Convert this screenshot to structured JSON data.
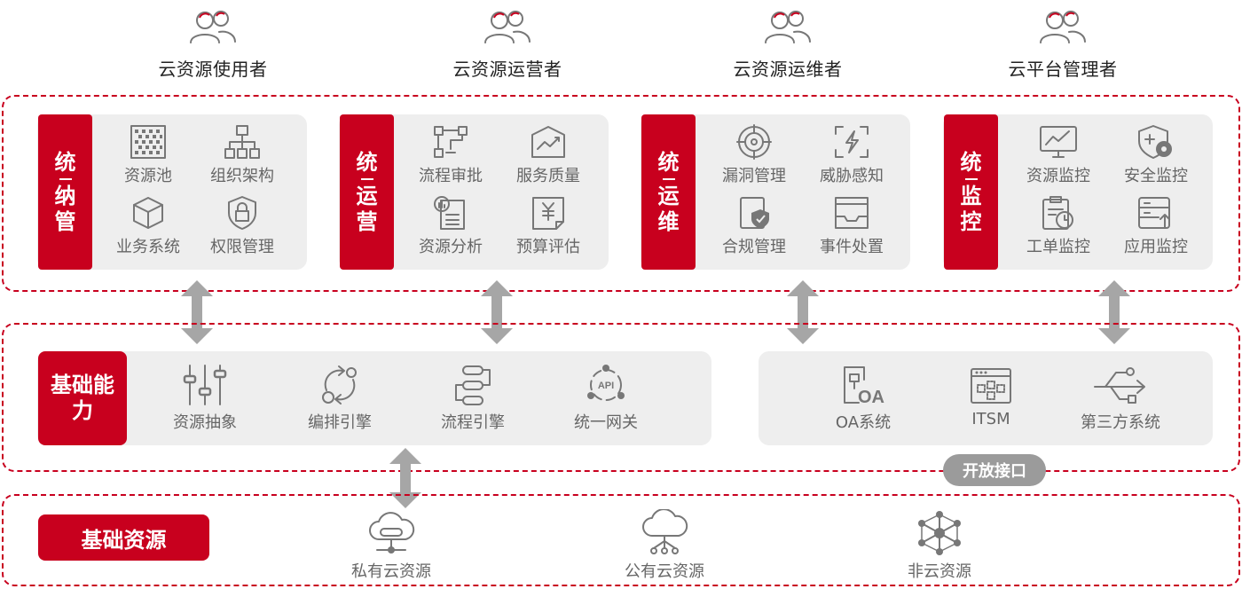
{
  "roles": [
    {
      "label": "云资源使用者"
    },
    {
      "label": "云资源运营者"
    },
    {
      "label": "云资源运维者"
    },
    {
      "label": "云平台管理者"
    }
  ],
  "groups": [
    {
      "title_chars": [
        "统",
        "纳",
        "管"
      ],
      "items": [
        {
          "label": "资源池",
          "icon": "grid-pool-icon"
        },
        {
          "label": "组织架构",
          "icon": "org-chart-icon"
        },
        {
          "label": "业务系统",
          "icon": "cube-icon"
        },
        {
          "label": "权限管理",
          "icon": "shield-lock-icon"
        }
      ]
    },
    {
      "title_chars": [
        "统",
        "运",
        "营"
      ],
      "items": [
        {
          "label": "流程审批",
          "icon": "flow-approval-icon"
        },
        {
          "label": "服务质量",
          "icon": "trend-chart-icon"
        },
        {
          "label": "资源分析",
          "icon": "report-analysis-icon"
        },
        {
          "label": "预算评估",
          "icon": "budget-yen-icon"
        }
      ]
    },
    {
      "title_chars": [
        "统",
        "运",
        "维"
      ],
      "items": [
        {
          "label": "漏洞管理",
          "icon": "target-icon"
        },
        {
          "label": "威胁感知",
          "icon": "threat-scan-icon"
        },
        {
          "label": "合规管理",
          "icon": "compliance-shield-icon"
        },
        {
          "label": "事件处置",
          "icon": "inbox-icon"
        }
      ]
    },
    {
      "title_chars": [
        "统",
        "监",
        "控"
      ],
      "items": [
        {
          "label": "资源监控",
          "icon": "monitor-chart-icon"
        },
        {
          "label": "安全监控",
          "icon": "shield-plus-icon"
        },
        {
          "label": "工单监控",
          "icon": "clipboard-clock-icon"
        },
        {
          "label": "应用监控",
          "icon": "server-upload-icon"
        }
      ]
    }
  ],
  "foundation": {
    "title": "基础能力",
    "capabilities": [
      {
        "label": "资源抽象",
        "icon": "sliders-icon"
      },
      {
        "label": "编排引擎",
        "icon": "cycle-arrows-icon"
      },
      {
        "label": "流程引擎",
        "icon": "process-flow-icon"
      },
      {
        "label": "统一网关",
        "icon": "api-gateway-icon"
      }
    ],
    "integrations": [
      {
        "label": "OA系统",
        "icon": "oa-icon"
      },
      {
        "label": "ITSM",
        "icon": "itsm-window-icon"
      },
      {
        "label": "第三方系统",
        "icon": "usb-icon"
      }
    ],
    "badge": "开放接口",
    "api_text": "API",
    "oa_text": "OA"
  },
  "resources": {
    "title": "基础资源",
    "items": [
      {
        "label": "私有云资源",
        "icon": "private-cloud-icon"
      },
      {
        "label": "公有云资源",
        "icon": "public-cloud-icon"
      },
      {
        "label": "非云资源",
        "icon": "network-hub-icon"
      }
    ]
  },
  "colors": {
    "brand": "#c8001e",
    "panel": "#eeeeee",
    "icon": "#777777",
    "arrow": "#a6a6a6"
  }
}
